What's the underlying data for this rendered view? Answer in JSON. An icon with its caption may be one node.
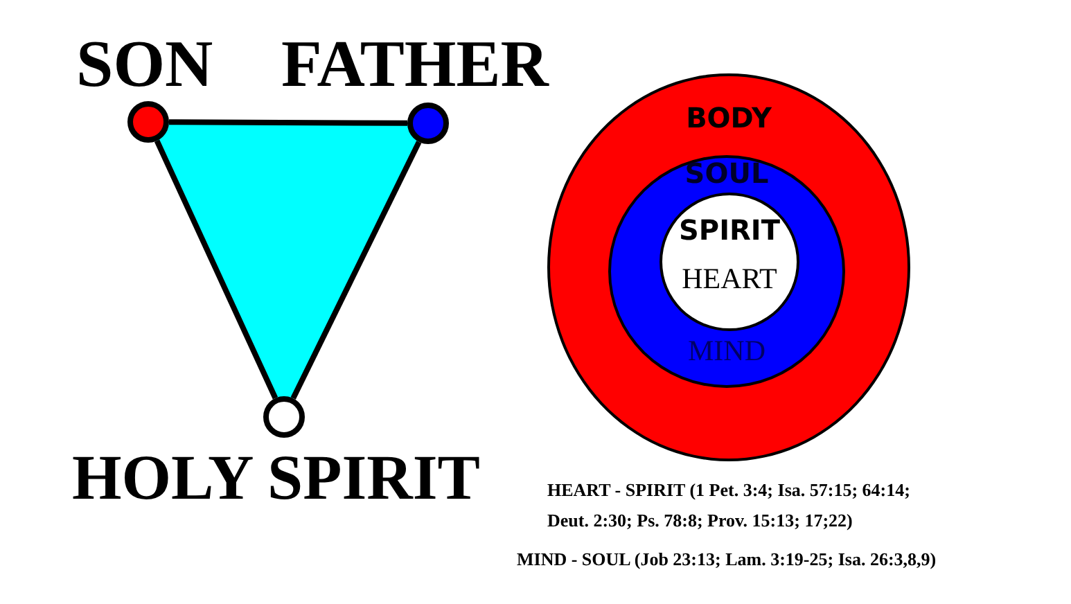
{
  "diagram": {
    "nodes": [
      {
        "text": [
          "SON"
        ]
      },
      {
        "text": [
          "FATHER"
        ]
      },
      {
        "text": [
          "HOLY SPIRIT"
        ]
      },
      {
        "text": [
          "BODY"
        ]
      },
      {
        "text": [
          "SOUL",
          "MIND"
        ],
        "in": 3
      },
      {
        "text": [
          "SPIRIT",
          "HEART"
        ],
        "in": 4
      }
    ],
    "edges": [
      {
        "from": 0,
        "to": 1,
        "arrow": "none"
      },
      {
        "from": 1,
        "to": 2,
        "arrow": "none"
      },
      {
        "from": 2,
        "to": 0,
        "arrow": "none"
      }
    ],
    "labels": [
      "HEART - SPIRIT (1 Pet. 3:4; Isa. 57:15; 64:14; Deut. 2:30; Ps. 78:8; Prov. 15:13; 17;22)",
      "MIND - SOUL (Job 23:13; Lam. 3:19-25; Isa. 26:3,8,9)"
    ]
  }
}
